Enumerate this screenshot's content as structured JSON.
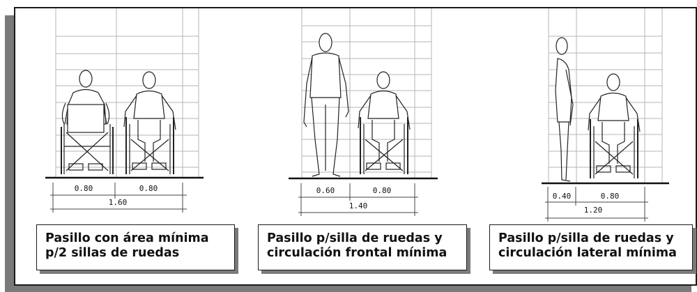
{
  "scenes": [
    {
      "dimensions": [
        "0.80",
        "0.80",
        "1.60"
      ],
      "caption": [
        "Pasillo con área mínima",
        "p/2 sillas de ruedas"
      ]
    },
    {
      "dimensions": [
        "0.60",
        "0.80",
        "1.40"
      ],
      "caption": [
        "Pasillo p/silla de ruedas y",
        "circulación frontal mínima"
      ]
    },
    {
      "dimensions": [
        "0.40",
        "0.80",
        "1.20"
      ],
      "caption": [
        "Pasillo p/silla de ruedas y",
        "circulación lateral mínima"
      ]
    }
  ]
}
